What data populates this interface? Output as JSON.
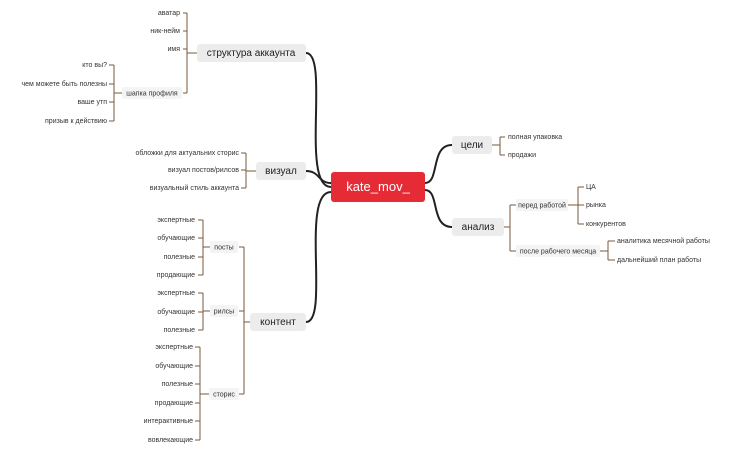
{
  "colors": {
    "root_bg": "#e52b35",
    "root_text": "#ffffff",
    "main_node_bg": "#ececec",
    "sub_node_bg": "#f4f4f4",
    "main_edge": "#222222",
    "sub_edge": "#7a5a3c"
  },
  "root": {
    "label": "kate_mov_"
  },
  "branches": {
    "struktura": {
      "label": "структура аккаунта",
      "items": [
        "аватар",
        "ник-нейм",
        "имя"
      ],
      "sub": {
        "label": "шапка профиля",
        "items": [
          "кто вы?",
          "чем можете быть полезны",
          "ваше утп",
          "призыв к действию"
        ]
      }
    },
    "vizual": {
      "label": "визуал",
      "items": [
        "обложки для актуальних сторис",
        "визуал постов/рилсов",
        "визуальный стиль аккаунта"
      ]
    },
    "kontent": {
      "label": "контент",
      "posty": {
        "label": "посты",
        "items": [
          "экспертные",
          "обучающие",
          "полезные",
          "продающие"
        ]
      },
      "rilsy": {
        "label": "рилсы",
        "items": [
          "экспертные",
          "обучающие",
          "полезные"
        ]
      },
      "storis": {
        "label": "сторис",
        "items": [
          "экспертные",
          "обучающие",
          "полезные",
          "продающие",
          "интерактивные",
          "вовлекающие"
        ]
      }
    },
    "celi": {
      "label": "цели",
      "items": [
        "полная упаковка",
        "продажи"
      ]
    },
    "analiz": {
      "label": "анализ",
      "before": {
        "label": "перед работой",
        "items": [
          "ЦА",
          "рынка",
          "конкурентов"
        ]
      },
      "after": {
        "label": "после рабочего месяца",
        "items": [
          "аналитика месячной работы",
          "дальнейший план работы"
        ]
      }
    }
  }
}
